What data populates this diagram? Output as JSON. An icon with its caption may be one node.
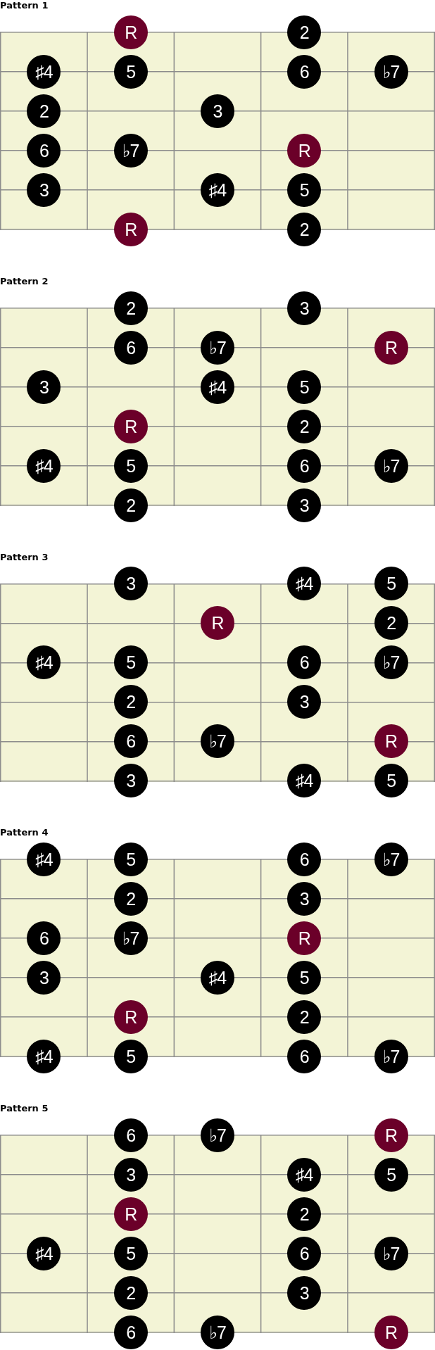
{
  "diagram": {
    "nodes": [
      {
        "text": [
          "Pattern 1"
        ]
      },
      {
        "text": [
          "R"
        ],
        "in": 0
      },
      {
        "text": [
          "2"
        ],
        "in": 0
      },
      {
        "text": [
          "♯4"
        ],
        "in": 0
      },
      {
        "text": [
          "5"
        ],
        "in": 0
      },
      {
        "text": [
          "6"
        ],
        "in": 0
      },
      {
        "text": [
          "♭7"
        ],
        "in": 0
      },
      {
        "text": [
          "2"
        ],
        "in": 0
      },
      {
        "text": [
          "3"
        ],
        "in": 0
      },
      {
        "text": [
          "6"
        ],
        "in": 0
      },
      {
        "text": [
          "♭7"
        ],
        "in": 0
      },
      {
        "text": [
          "R"
        ],
        "in": 0
      },
      {
        "text": [
          "3"
        ],
        "in": 0
      },
      {
        "text": [
          "♯4"
        ],
        "in": 0
      },
      {
        "text": [
          "5"
        ],
        "in": 0
      },
      {
        "text": [
          "R"
        ],
        "in": 0
      },
      {
        "text": [
          "2"
        ],
        "in": 0
      },
      {
        "text": [
          "Pattern 2"
        ]
      },
      {
        "text": [
          "2"
        ],
        "in": 17
      },
      {
        "text": [
          "3"
        ],
        "in": 17
      },
      {
        "text": [
          "6"
        ],
        "in": 17
      },
      {
        "text": [
          "♭7"
        ],
        "in": 17
      },
      {
        "text": [
          "R"
        ],
        "in": 17
      },
      {
        "text": [
          "3"
        ],
        "in": 17
      },
      {
        "text": [
          "♯4"
        ],
        "in": 17
      },
      {
        "text": [
          "5"
        ],
        "in": 17
      },
      {
        "text": [
          "R"
        ],
        "in": 17
      },
      {
        "text": [
          "2"
        ],
        "in": 17
      },
      {
        "text": [
          "♯4"
        ],
        "in": 17
      },
      {
        "text": [
          "5"
        ],
        "in": 17
      },
      {
        "text": [
          "6"
        ],
        "in": 17
      },
      {
        "text": [
          "♭7"
        ],
        "in": 17
      },
      {
        "text": [
          "2"
        ],
        "in": 17
      },
      {
        "text": [
          "3"
        ],
        "in": 17
      },
      {
        "text": [
          "Pattern 3"
        ]
      },
      {
        "text": [
          "3"
        ],
        "in": 34
      },
      {
        "text": [
          "♯4"
        ],
        "in": 34
      },
      {
        "text": [
          "5"
        ],
        "in": 34
      },
      {
        "text": [
          "R"
        ],
        "in": 34
      },
      {
        "text": [
          "2"
        ],
        "in": 34
      },
      {
        "text": [
          "♯4"
        ],
        "in": 34
      },
      {
        "text": [
          "5"
        ],
        "in": 34
      },
      {
        "text": [
          "6"
        ],
        "in": 34
      },
      {
        "text": [
          "♭7"
        ],
        "in": 34
      },
      {
        "text": [
          "2"
        ],
        "in": 34
      },
      {
        "text": [
          "3"
        ],
        "in": 34
      },
      {
        "text": [
          "6"
        ],
        "in": 34
      },
      {
        "text": [
          "♭7"
        ],
        "in": 34
      },
      {
        "text": [
          "R"
        ],
        "in": 34
      },
      {
        "text": [
          "3"
        ],
        "in": 34
      },
      {
        "text": [
          "♯4"
        ],
        "in": 34
      },
      {
        "text": [
          "5"
        ],
        "in": 34
      },
      {
        "text": [
          "Pattern 4"
        ]
      },
      {
        "text": [
          "♯4"
        ],
        "in": 52
      },
      {
        "text": [
          "5"
        ],
        "in": 52
      },
      {
        "text": [
          "6"
        ],
        "in": 52
      },
      {
        "text": [
          "♭7"
        ],
        "in": 52
      },
      {
        "text": [
          "2"
        ],
        "in": 52
      },
      {
        "text": [
          "3"
        ],
        "in": 52
      },
      {
        "text": [
          "6"
        ],
        "in": 52
      },
      {
        "text": [
          "♭7"
        ],
        "in": 52
      },
      {
        "text": [
          "R"
        ],
        "in": 52
      },
      {
        "text": [
          "3"
        ],
        "in": 52
      },
      {
        "text": [
          "♯4"
        ],
        "in": 52
      },
      {
        "text": [
          "5"
        ],
        "in": 52
      },
      {
        "text": [
          "R"
        ],
        "in": 52
      },
      {
        "text": [
          "2"
        ],
        "in": 52
      },
      {
        "text": [
          "♯4"
        ],
        "in": 52
      },
      {
        "text": [
          "5"
        ],
        "in": 52
      },
      {
        "text": [
          "6"
        ],
        "in": 52
      },
      {
        "text": [
          "♭7"
        ],
        "in": 52
      },
      {
        "text": [
          "Pattern 5"
        ]
      },
      {
        "text": [
          "6"
        ],
        "in": 71
      },
      {
        "text": [
          "♭7"
        ],
        "in": 71
      },
      {
        "text": [
          "R"
        ],
        "in": 71
      },
      {
        "text": [
          "3"
        ],
        "in": 71
      },
      {
        "text": [
          "♯4"
        ],
        "in": 71
      },
      {
        "text": [
          "5"
        ],
        "in": 71
      },
      {
        "text": [
          "R"
        ],
        "in": 71
      },
      {
        "text": [
          "2"
        ],
        "in": 71
      },
      {
        "text": [
          "♯4"
        ],
        "in": 71
      },
      {
        "text": [
          "5"
        ],
        "in": 71
      },
      {
        "text": [
          "6"
        ],
        "in": 71
      },
      {
        "text": [
          "♭7"
        ],
        "in": 71
      },
      {
        "text": [
          "2"
        ],
        "in": 71
      },
      {
        "text": [
          "3"
        ],
        "in": 71
      },
      {
        "text": [
          "6"
        ],
        "in": 71
      },
      {
        "text": [
          "♭7"
        ],
        "in": 71
      },
      {
        "text": [
          "R"
        ],
        "in": 71
      }
    ]
  }
}
